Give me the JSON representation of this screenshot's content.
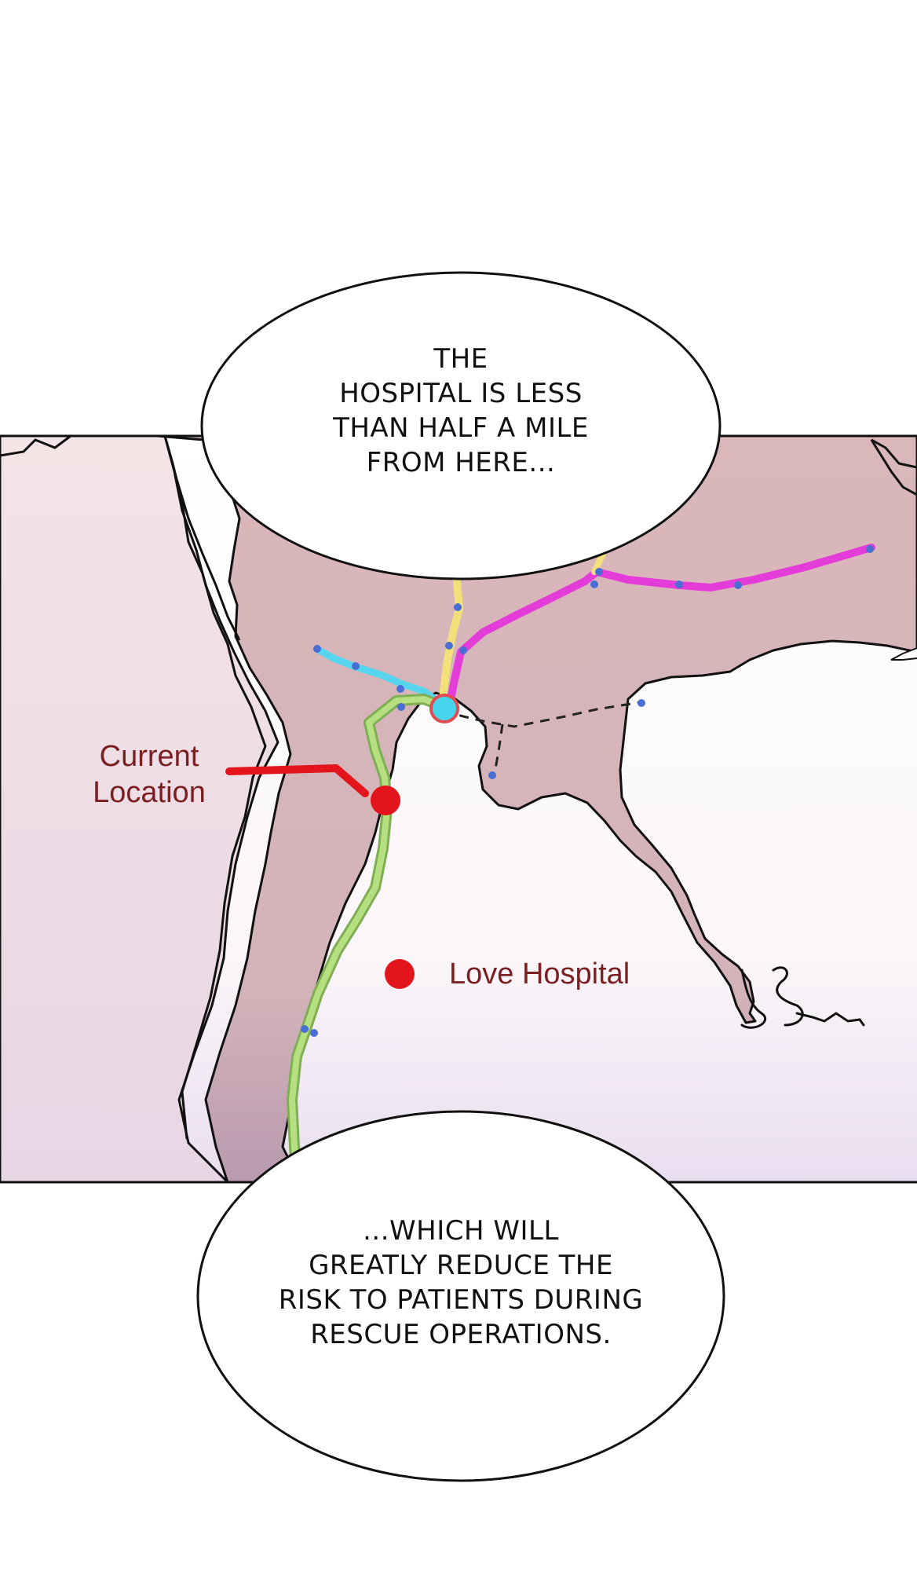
{
  "panel": {
    "top_bubble_text": "THE\nHOSPITAL IS LESS\nTHAN HALF A MILE\nFROM HERE...",
    "bottom_bubble_text": "...WHICH WILL\nGREATLY REDUCE THE\nRISK TO PATIENTS DURING\nRESCUE OPERATIONS."
  },
  "map": {
    "labels": {
      "current_location": "Current\nLocation",
      "hospital": "Love Hospital"
    },
    "colors": {
      "land": "#d9b6b9",
      "land_light": "#f1dfe2",
      "current_marker": "#e3141b",
      "route_green": "#9dd06c",
      "route_magenta": "#e839d9",
      "route_cyan": "#57d4ee",
      "route_yellow": "#f1e17a",
      "stop_dot": "#4a6fd4",
      "label_text": "#7a1f22"
    }
  }
}
